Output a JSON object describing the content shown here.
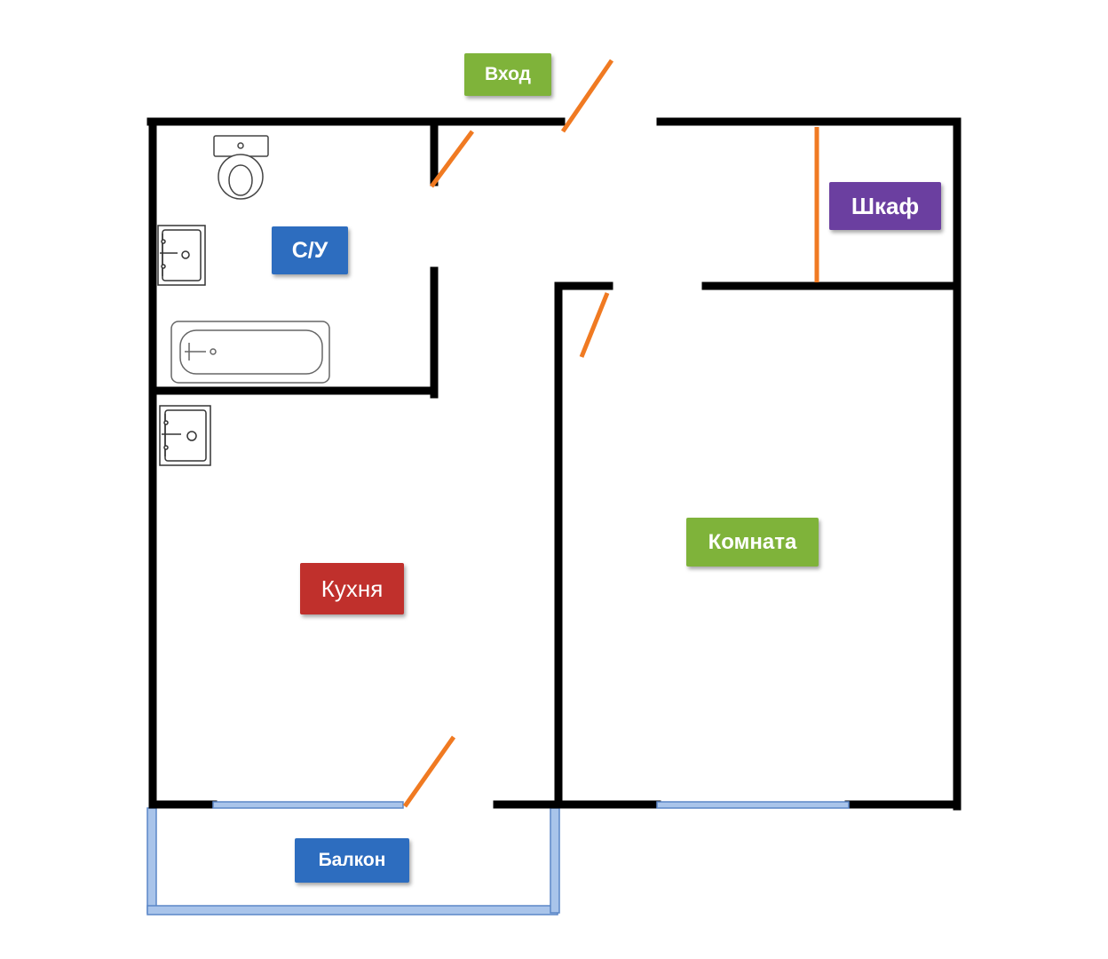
{
  "rooms": {
    "entrance": {
      "label": "Вход",
      "color": "#7fb33a"
    },
    "bathroom": {
      "label": "С/У",
      "color": "#2d6dbf"
    },
    "closet": {
      "label": "Шкаф",
      "color": "#6b3fa0"
    },
    "kitchen": {
      "label": "Кухня",
      "color": "#c0302c"
    },
    "room": {
      "label": "Комната",
      "color": "#7fb33a"
    },
    "balcony": {
      "label": "Балкон",
      "color": "#2d6dbf"
    }
  },
  "colors": {
    "wall": "#000000",
    "door": "#f07a22",
    "window": "#a9c4ea",
    "window_stroke": "#5b86c7",
    "fixture_stroke": "#444444"
  },
  "icons": [
    "toilet-icon",
    "sink-icon",
    "bathtub-icon",
    "kitchen-sink-icon"
  ]
}
